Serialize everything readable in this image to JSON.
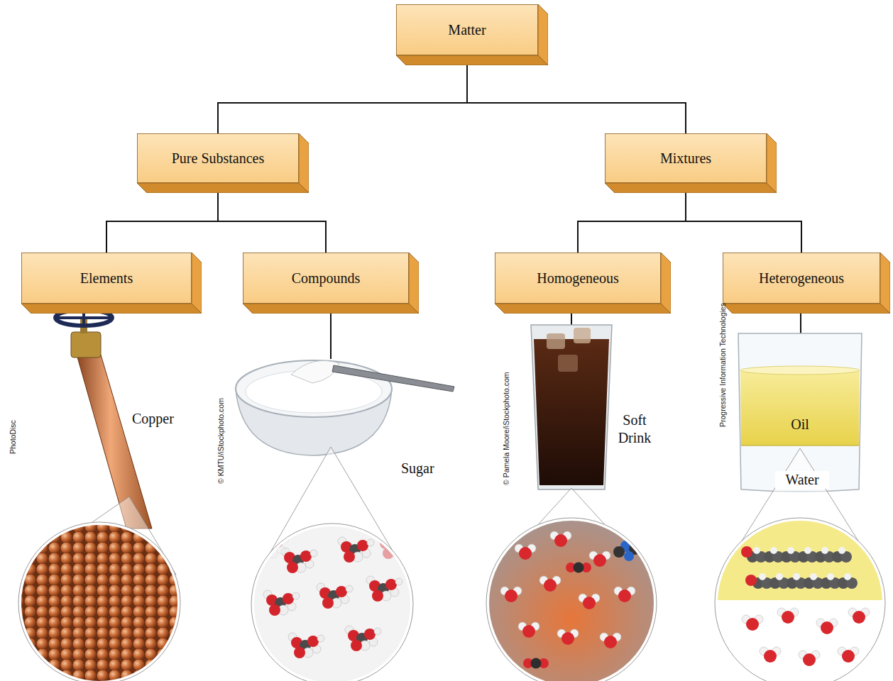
{
  "diagram": {
    "nodes": [
      {
        "text": [
          "Matter"
        ]
      },
      {
        "text": [
          "Pure Substances"
        ]
      },
      {
        "text": [
          "Mixtures"
        ]
      },
      {
        "text": [
          "Elements"
        ]
      },
      {
        "text": [
          "Compounds"
        ]
      },
      {
        "text": [
          "Homogeneous"
        ]
      },
      {
        "text": [
          "Heterogeneous"
        ]
      }
    ],
    "edges": [
      {
        "from": 0,
        "to": 1,
        "arrow": "none"
      },
      {
        "from": 0,
        "to": 2,
        "arrow": "none"
      },
      {
        "from": 1,
        "to": 3,
        "arrow": "none"
      },
      {
        "from": 1,
        "to": 4,
        "arrow": "none"
      },
      {
        "from": 2,
        "to": 5,
        "arrow": "none"
      },
      {
        "from": 2,
        "to": 6,
        "arrow": "none"
      }
    ],
    "labels": [
      "PhotoDisc",
      "Copper",
      "© KMTU/iStockphoto.com",
      "Sugar",
      "© Pamela Moore/iStockphoto.com",
      "Soft Drink",
      "Progressive Information Technologies",
      "Oil",
      "Water"
    ]
  }
}
